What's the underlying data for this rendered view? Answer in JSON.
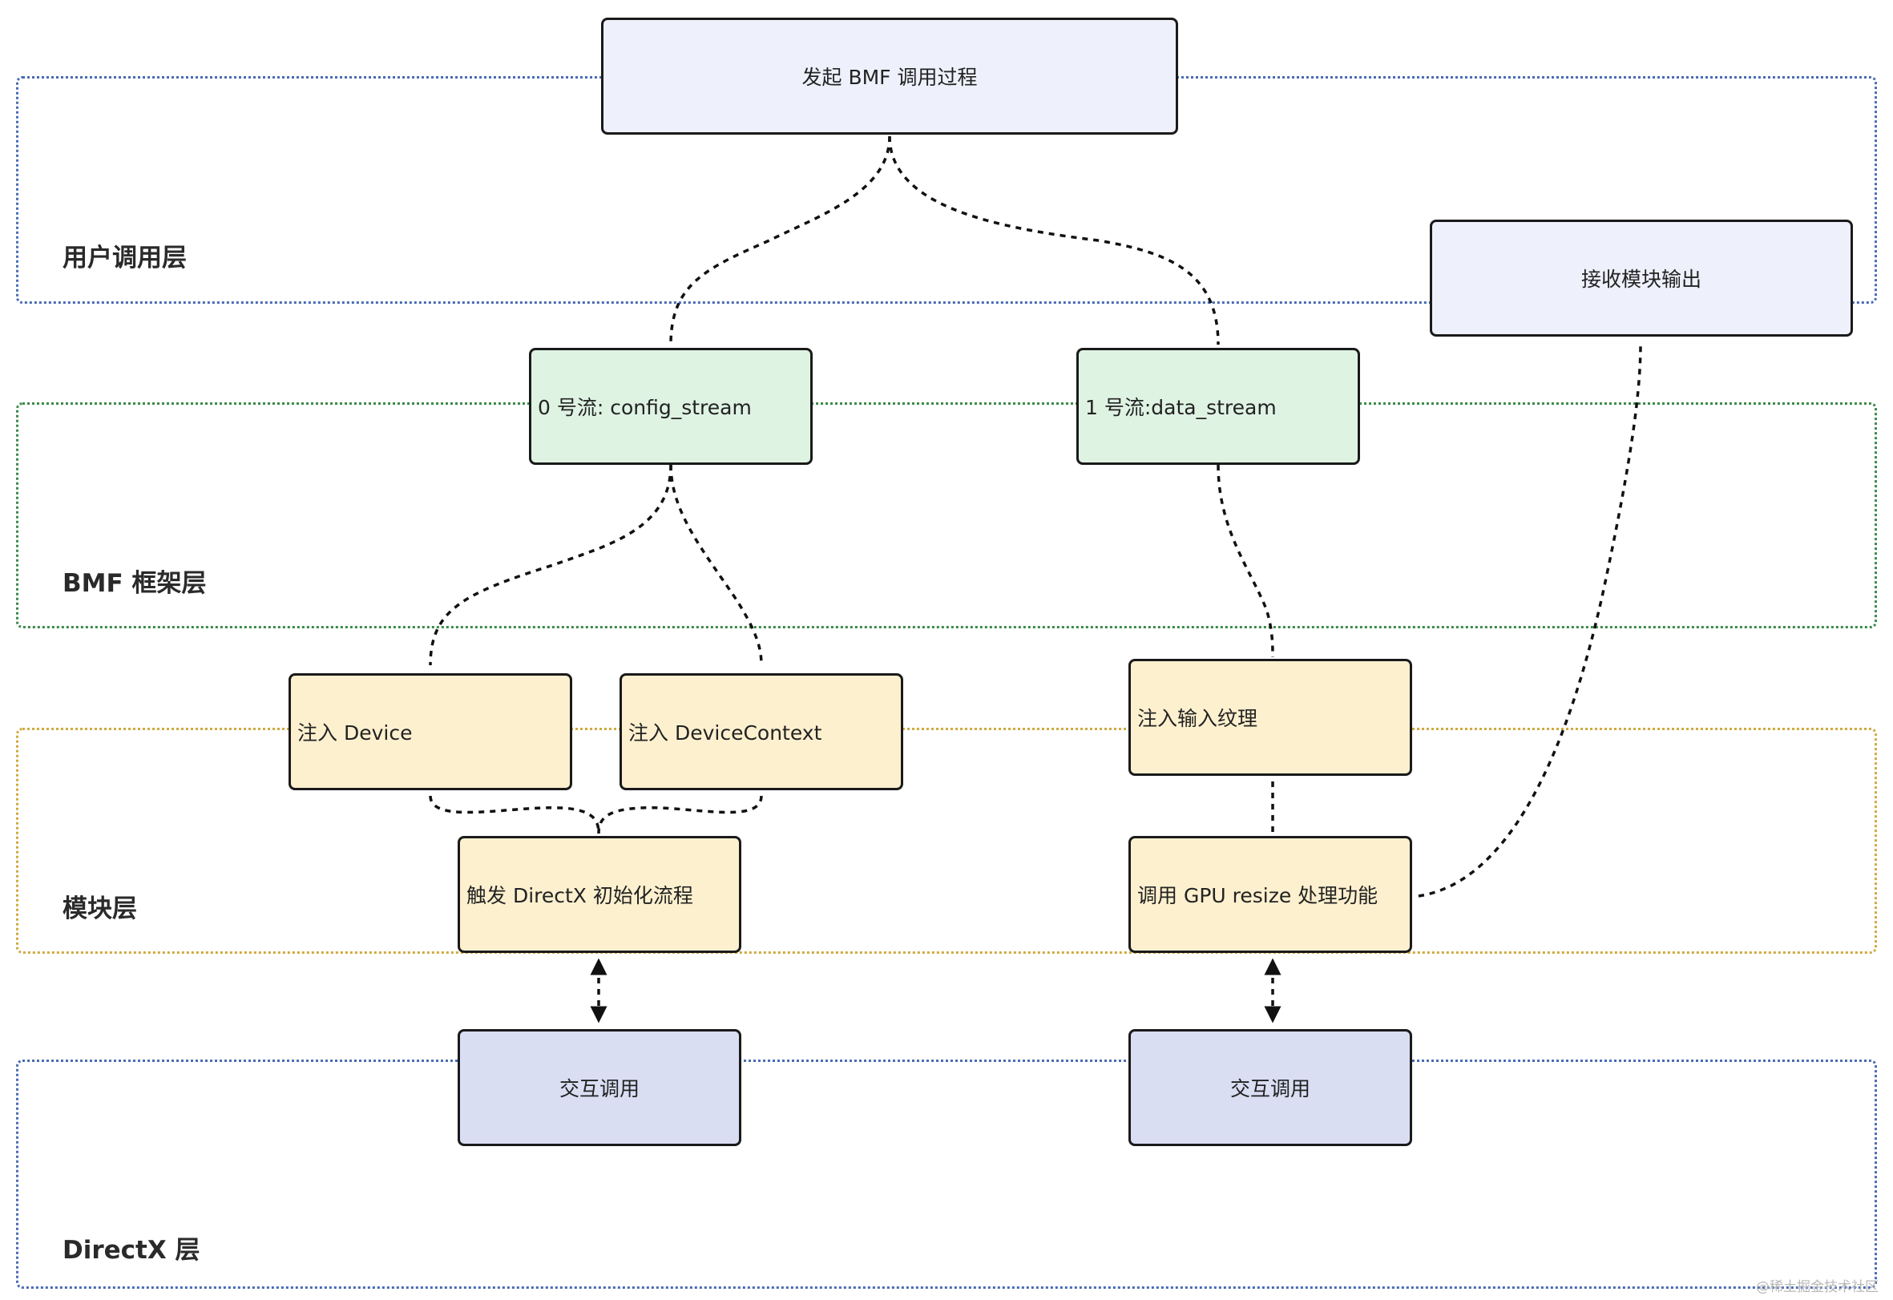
{
  "layers": {
    "user": "用户调用层",
    "bmf": "BMF 框架层",
    "module": "模块层",
    "directx": "DirectX 层"
  },
  "nodes": {
    "start": "发起 BMF 调用过程",
    "receive": "接收模块输出",
    "stream0": "0 号流: config_stream",
    "stream1": "1 号流:data_stream",
    "inject_device": "注入 Device",
    "inject_context": "注入 DeviceContext",
    "inject_texture": "注入输入纹理",
    "init_directx": "触发 DirectX 初始化流程",
    "gpu_resize": "调用 GPU resize 处理功能",
    "interact_left": "交互调用",
    "interact_right": "交互调用"
  },
  "watermark": "@稀土掘金技术社区",
  "colors": {
    "user_layer_border": "#4a6bb5",
    "bmf_layer_border": "#3c8a4a",
    "module_layer_border": "#d0aa40",
    "directx_layer_border": "#4a6bb5",
    "user_node_fill": "#eef0fb",
    "bmf_node_fill": "#dff3e3",
    "module_node_fill": "#fdf0cf",
    "directx_node_fill": "#d9def3"
  }
}
